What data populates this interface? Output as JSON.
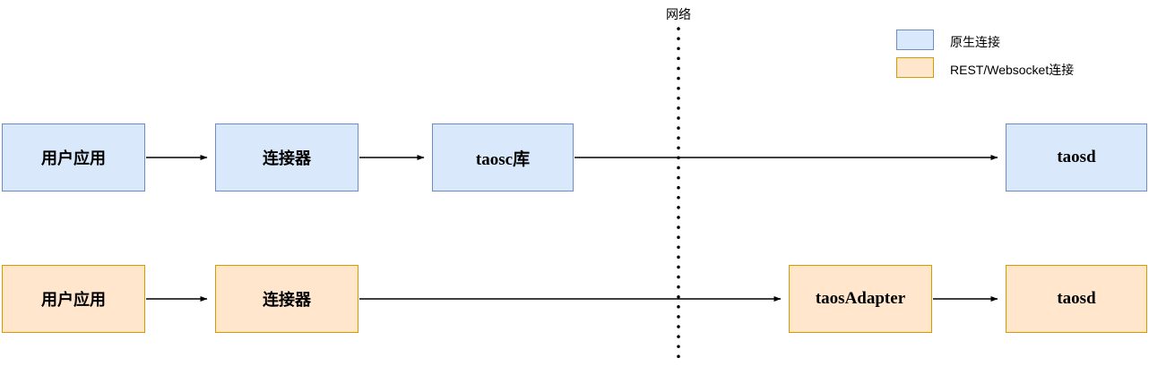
{
  "network_label": "网络",
  "legend": {
    "native_label": "原生连接",
    "rest_label": "REST/Websocket连接"
  },
  "native_row": [
    "用户应用",
    "连接器",
    "taosc库",
    "taosd"
  ],
  "rest_row": [
    "用户应用",
    "连接器",
    "taosAdapter",
    "taosd"
  ],
  "colors": {
    "native_fill": "#dae8fc",
    "native_stroke": "#6c8ebf",
    "rest_fill": "#ffe6cc",
    "rest_stroke": "#d79b00",
    "arrow": "#000000",
    "boundary": "#000000"
  }
}
